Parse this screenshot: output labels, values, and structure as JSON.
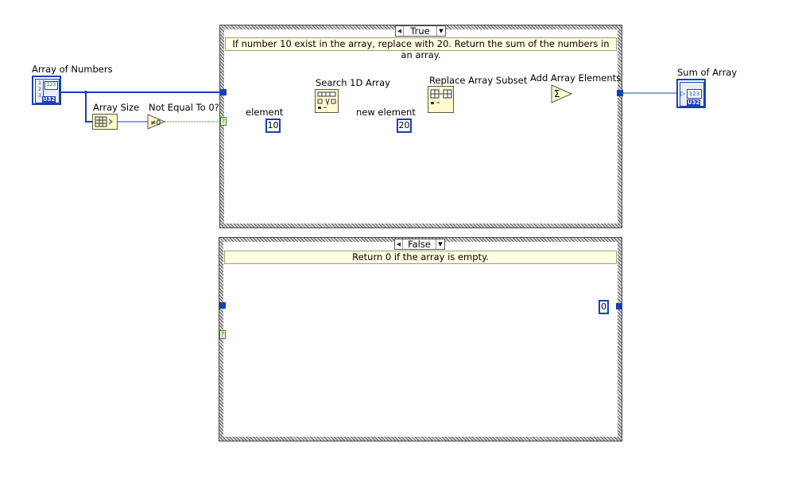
{
  "window": {
    "background": "#ffffff"
  },
  "colors": {
    "wire": "#1a3fb4",
    "bool_wire": "#2f7d12",
    "node_fill": "#fffbd0",
    "comment_fill": "#ffffe2"
  },
  "controls": {
    "array_of_numbers": {
      "label": "Array of Numbers",
      "icon": "array-control-icon",
      "type_tag": "U32",
      "sample": [
        "1",
        "2",
        "3"
      ],
      "display": "123"
    }
  },
  "indicators": {
    "sum_of_array": {
      "label": "Sum of Array",
      "icon": "numeric-indicator-icon",
      "type_tag": "U32",
      "display": "123"
    }
  },
  "nodes": {
    "array_size": {
      "label": "Array Size",
      "icon": "array-size-icon"
    },
    "not_equal_to_zero": {
      "label": "Not Equal To 0?",
      "symbol": "≠0"
    },
    "search_1d_array": {
      "label": "Search 1D Array",
      "icon": "search-array-icon"
    },
    "replace_array_subset": {
      "label": "Replace Array Subset",
      "icon": "replace-subset-icon"
    },
    "add_array_elements": {
      "label": "Add Array Elements",
      "symbol": "Σ"
    }
  },
  "constants": {
    "element": {
      "label": "element",
      "value": "10"
    },
    "new_element": {
      "label": "new element",
      "value": "20"
    },
    "false_output": {
      "value": "0"
    }
  },
  "cases": {
    "true_case": {
      "selector": "True",
      "comment": "If number 10 exist in the array, replace with 20. Return the sum of the numbers in an array."
    },
    "false_case": {
      "selector": "False",
      "comment": "Return 0 if the array is empty."
    }
  },
  "selector_terminal": "?"
}
